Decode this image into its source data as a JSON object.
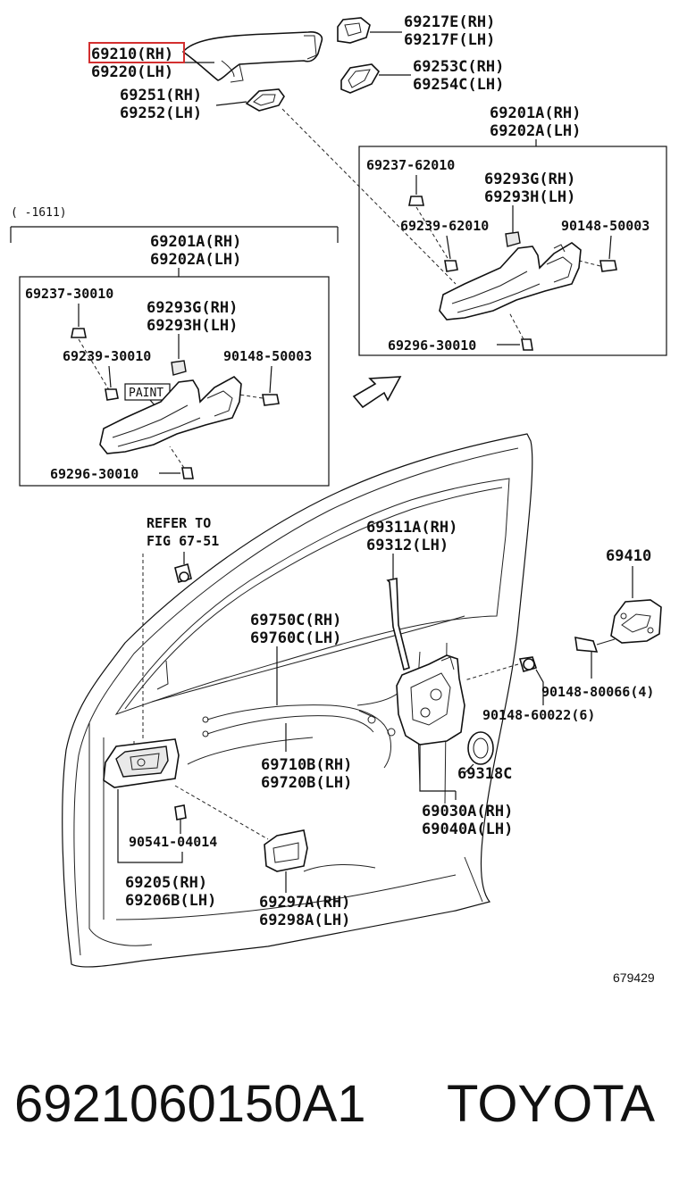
{
  "diagram": {
    "top_handle_labels": {
      "handle_rh": "69210(RH)",
      "handle_lh": "69220(LH)",
      "cover_rh": "69217E(RH)",
      "cover_lh": "69217F(LH)",
      "pad_rh": "69253C(RH)",
      "pad_lh": "69254C(LH)",
      "pad2_rh": "69251(RH)",
      "pad2_lh": "69252(LH)"
    },
    "right_box": {
      "frame_rh": "69201A(RH)",
      "frame_lh": "69202A(LH)",
      "screw_top": "69237-62010",
      "cover_g": "69293G(RH)",
      "cover_h": "69293H(LH)",
      "washer": "69239-62010",
      "bolt": "90148-50003",
      "screw_bottom": "69296-30010"
    },
    "left_box": {
      "range": "(     -1611)",
      "frame_rh": "69201A(RH)",
      "frame_lh": "69202A(LH)",
      "screw_top": "69237-30010",
      "cover_g": "69293G(RH)",
      "cover_h": "69293H(LH)",
      "washer": "69239-30010",
      "bolt": "90148-50003",
      "paint": "PAINT",
      "screw_bottom": "69296-30010"
    },
    "door_labels": {
      "refer_1": "REFER TO",
      "refer_2": "FIG 67-51",
      "rod_rh": "69311A(RH)",
      "rod_lh": "69312(LH)",
      "striker": "69410",
      "cable_c_rh": "69750C(RH)",
      "cable_c_lh": "69760C(LH)",
      "screw_a": "90148-80066(4)",
      "screw_b": "90148-60022(6)",
      "cable_b_rh": "69710B(RH)",
      "cable_b_lh": "69720B(LH)",
      "seal": "69318C",
      "lock_rh": "69030A(RH)",
      "lock_lh": "69040A(LH)",
      "screw_c": "90541-04014",
      "inner_rh": "69205(RH)",
      "inner_lh": "69206B(LH)",
      "bezel_rh": "69297A(RH)",
      "bezel_lh": "69298A(LH)"
    },
    "drawing_number": "679429"
  },
  "footer": {
    "part_number": "6921060150A1",
    "brand": "TOYOTA"
  },
  "highlight_color": "#d32f2f"
}
